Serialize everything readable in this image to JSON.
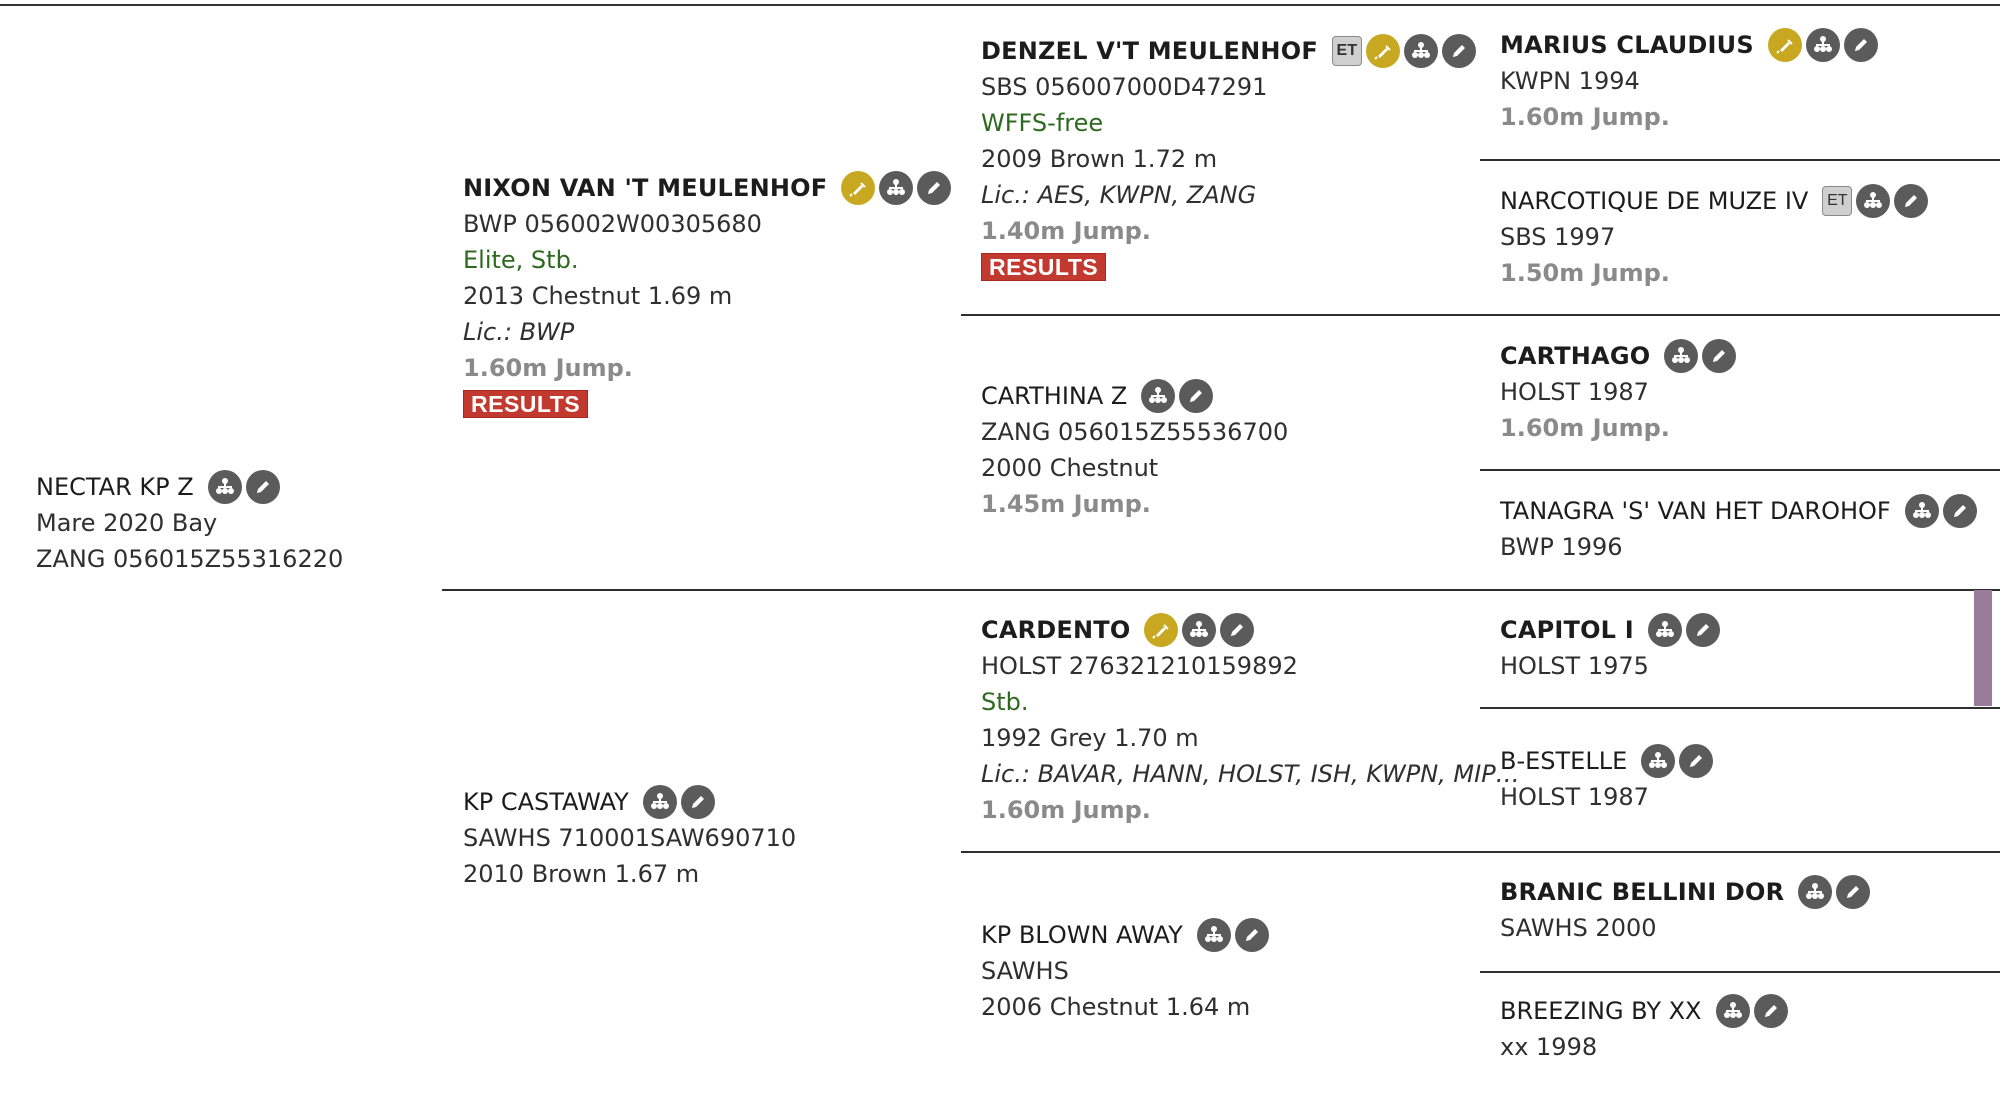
{
  "subject": {
    "name": "NECTAR KP Z",
    "line1": "Mare 2020 Bay",
    "line2": "ZANG 056015Z55316220"
  },
  "sire": {
    "name": "NIXON VAN 'T MEULENHOF",
    "reg": "BWP 056002W00305680",
    "status": "Elite, Stb.",
    "info": "2013 Chestnut 1.69 m",
    "lic": "Lic.: BWP",
    "jump": "1.60m Jump.",
    "results": "RESULTS"
  },
  "dam": {
    "name": "KP CASTAWAY",
    "reg": "SAWHS 710001SAW690710",
    "info": "2010 Brown 1.67 m"
  },
  "sire_sire": {
    "name": "DENZEL V'T MEULENHOF",
    "et": "ET",
    "reg": "SBS 056007000D47291",
    "status": "WFFS-free",
    "info": "2009 Brown 1.72 m",
    "lic": "Lic.: AES, KWPN, ZANG",
    "jump": "1.40m Jump.",
    "results": "RESULTS"
  },
  "sire_dam": {
    "name": "CARTHINA Z",
    "reg": "ZANG 056015Z55536700",
    "info": "2000 Chestnut",
    "jump": "1.45m Jump."
  },
  "dam_sire": {
    "name": "CARDENTO",
    "reg": "HOLST 276321210159892",
    "status": "Stb.",
    "info": "1992 Grey 1.70 m",
    "lic": "Lic.: BAVAR, HANN, HOLST, ISH, KWPN, MIP…",
    "jump": "1.60m Jump."
  },
  "dam_dam": {
    "name": "KP BLOWN AWAY",
    "reg": "SAWHS",
    "info": "2006 Chestnut 1.64 m"
  },
  "g3": [
    {
      "name": "MARIUS CLAUDIUS",
      "line1": "KWPN 1994",
      "jump": "1.60m Jump."
    },
    {
      "name": "NARCOTIQUE DE MUZE IV",
      "et": "ET",
      "line1": "SBS 1997",
      "jump": "1.50m Jump."
    },
    {
      "name": "CARTHAGO",
      "line1": "HOLST 1987",
      "jump": "1.60m Jump."
    },
    {
      "name": "TANAGRA 'S' VAN HET DAROHOF",
      "line1": "BWP 1996"
    },
    {
      "name": "CAPITOL I",
      "line1": "HOLST 1975"
    },
    {
      "name": "B-ESTELLE",
      "line1": "HOLST 1987"
    },
    {
      "name": "BRANIC BELLINI DOR",
      "line1": "SAWHS 2000"
    },
    {
      "name": "BREEZING BY XX",
      "line1": "xx 1998"
    }
  ],
  "icons": {
    "stallion": "stallion-icon",
    "pedigree": "pedigree-icon",
    "edit": "pencil-icon"
  },
  "colors": {
    "results_bg": "#c23a2f",
    "status_green": "#2d6a1f",
    "icon_gold": "#c9a821",
    "icon_gray": "#5b5b5b",
    "jump_gray": "#8a8a8a",
    "accent_purple": "#9b7b9a"
  }
}
